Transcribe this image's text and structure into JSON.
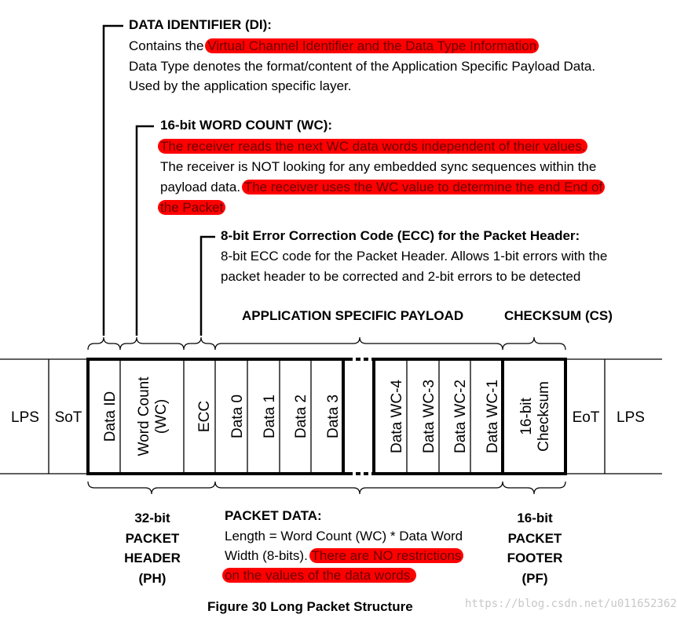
{
  "annotations": {
    "di": {
      "title": "DATA IDENTIFIER (DI):",
      "prefix": "Contains the ",
      "highlight": "Virtual Channel Identifier and the Data Type Information",
      "line2": "Data Type denotes the format/content of the Application Specific Payload Data.",
      "line3": "Used by the application specific layer."
    },
    "wc": {
      "title": "16-bit WORD COUNT (WC):",
      "highlight1": "The receiver reads the next WC data words independent of their values.",
      "line2": "The receiver is NOT looking for any embedded sync sequences within the",
      "line3_prefix": "payload data. ",
      "highlight2a": "The receiver uses the WC value to determine the end End of",
      "highlight2b": "the Packet"
    },
    "ecc": {
      "title": "8-bit Error Correction Code (ECC) for the Packet Header:",
      "line1": "8-bit ECC code for the Packet Header. Allows 1-bit errors with the",
      "line2": "packet header to be corrected and 2-bit errors to be detected"
    }
  },
  "top_labels": {
    "payload": "APPLICATION SPECIFIC PAYLOAD",
    "checksum": "CHECKSUM (CS)"
  },
  "packet": {
    "outer_left": [
      "LPS",
      "SoT"
    ],
    "header_fields": [
      "Data ID",
      "Word Count (WC)",
      "ECC"
    ],
    "data_fields_start": [
      "Data 0",
      "Data 1",
      "Data 2",
      "Data 3"
    ],
    "data_fields_end": [
      "Data WC-4",
      "Data WC-3",
      "Data WC-2",
      "Data WC-1"
    ],
    "footer_field": "16-bit Checksum",
    "outer_right": [
      "EoT",
      "LPS"
    ]
  },
  "bottom": {
    "header_label": [
      "32-bit",
      "PACKET",
      "HEADER",
      "(PH)"
    ],
    "packet_data_title": "PACKET DATA:",
    "packet_data_line1": "Length = Word Count (WC) * Data Word",
    "packet_data_line2_prefix": "Width (8-bits). ",
    "packet_data_highlight_a": "There are NO restrictions",
    "packet_data_highlight_b": "on the values of the data words.",
    "footer_label": [
      "16-bit",
      "PACKET",
      "FOOTER",
      "(PF)"
    ]
  },
  "caption": "Figure 30 Long Packet Structure",
  "watermark": "https://blog.csdn.net/u011652362",
  "colors": {
    "highlight": "#ff0000",
    "highlight_text": "#6b0000",
    "line": "#000000"
  }
}
